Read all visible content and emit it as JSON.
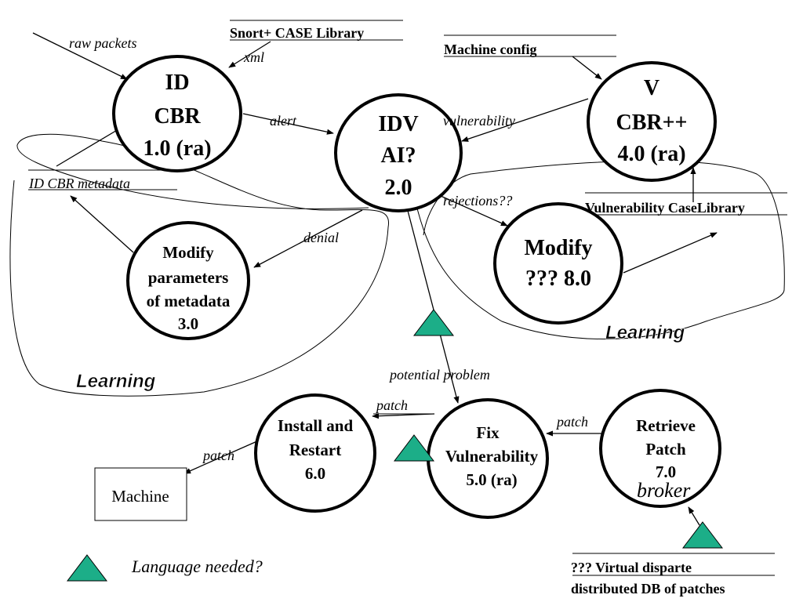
{
  "processes": {
    "id_cbr": [
      "ID",
      "CBR",
      "1.0 (ra)"
    ],
    "idv": [
      "IDV",
      "AI?",
      "2.0"
    ],
    "v_cbr": [
      "V",
      "CBR++",
      "4.0 (ra)"
    ],
    "modify_params": [
      "Modify",
      "parameters",
      "of metadata",
      "3.0"
    ],
    "modify_8": [
      "Modify",
      "??? 8.0"
    ],
    "install_restart": [
      "Install and",
      "Restart",
      "6.0"
    ],
    "fix_vuln": [
      "Fix",
      "Vulnerability",
      "5.0 (ra)"
    ],
    "retrieve_patch": [
      "Retrieve",
      "Patch",
      "7.0"
    ]
  },
  "stores": {
    "snort_library": "Snort+ CASE Library",
    "machine_config": "Machine config",
    "id_cbr_metadata": "ID CBR metadata",
    "vuln_case_library": "Vulnerability CaseLibrary",
    "virtual_db": [
      "???  Virtual disparte",
      "distributed DB of patches"
    ]
  },
  "external": {
    "machine": "Machine"
  },
  "flows": {
    "raw_packets": "raw packets",
    "xml": "xml",
    "alert": "alert",
    "vulnerability": "vulnerability",
    "rejections": "rejections??",
    "denial": "denial",
    "potential_problem": "potential problem",
    "patch_install": "patch",
    "patch_retrieve": "patch",
    "patch_machine": "patch",
    "broker": "broker"
  },
  "annotations": {
    "learning_left": "Learning",
    "learning_right": "Learning",
    "legend": "Language needed?"
  },
  "colors": {
    "triangle_fill": "#1cae88",
    "stroke": "#000000",
    "background": "#ffffff"
  }
}
